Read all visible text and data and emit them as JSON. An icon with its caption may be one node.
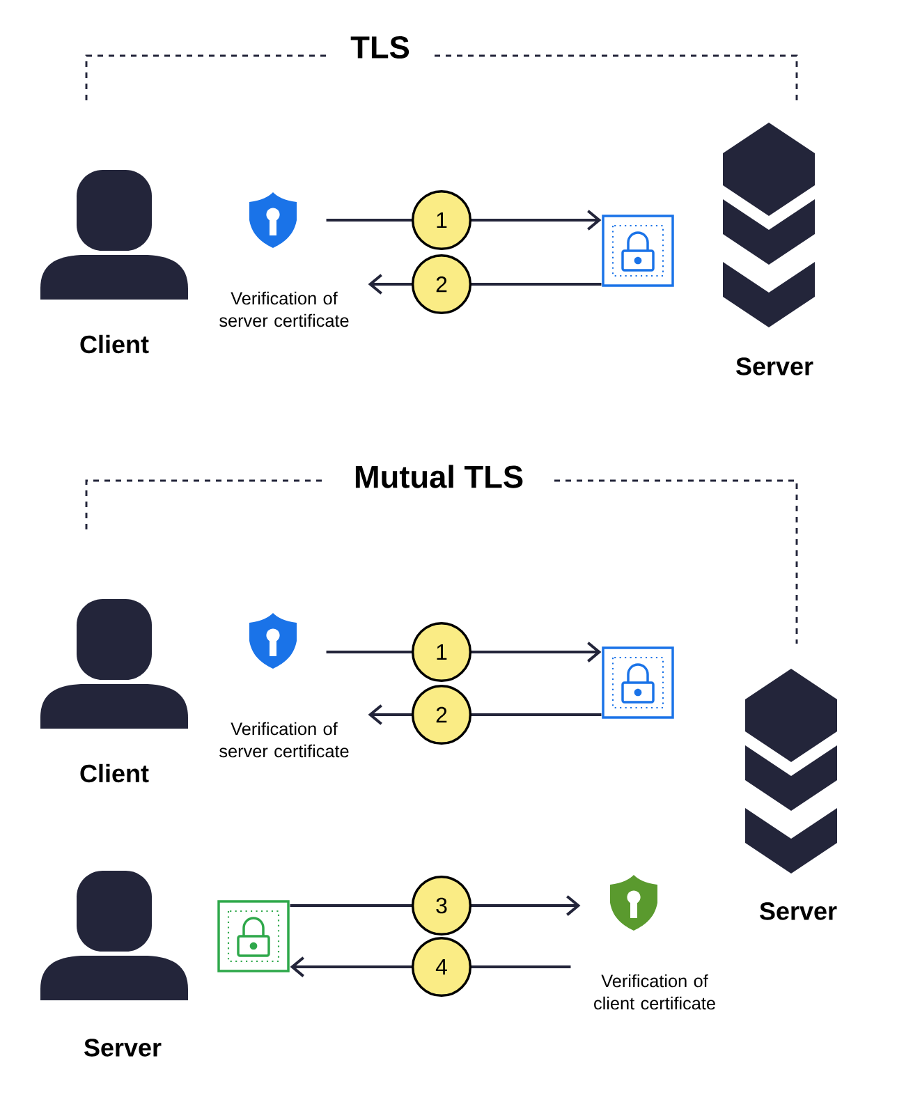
{
  "diagram": {
    "nodes": [
      {
        "text": [
          "Client"
        ]
      },
      {
        "text": [],
        "shape": "shield"
      },
      {
        "text": [],
        "shape": "lock"
      },
      {
        "text": [
          "Server"
        ]
      },
      {
        "text": [
          "Verification of server certificate"
        ]
      },
      {
        "text": [
          "Client"
        ]
      },
      {
        "text": [],
        "shape": "shield"
      },
      {
        "text": [],
        "shape": "lock"
      },
      {
        "text": [
          "Verification of server certificate"
        ]
      },
      {
        "text": [
          "Server"
        ]
      },
      {
        "text": [
          "Server"
        ]
      },
      {
        "text": [],
        "shape": "lock"
      },
      {
        "text": [],
        "shape": "shield"
      },
      {
        "text": [
          "Verification of client certificate"
        ]
      }
    ],
    "edges": [
      {
        "from": 1,
        "to": 2,
        "arrow": "to",
        "label": "1"
      },
      {
        "from": 2,
        "to": 4,
        "arrow": "to",
        "label": "2"
      },
      {
        "from": 6,
        "to": 7,
        "arrow": "to",
        "label": "1"
      },
      {
        "from": 7,
        "to": 8,
        "arrow": "to",
        "label": "2"
      },
      {
        "from": 11,
        "to": 12,
        "arrow": "to",
        "label": "3"
      },
      {
        "from": 13,
        "to": 11,
        "arrow": "to",
        "label": "4"
      }
    ],
    "labels": [
      "TLS",
      "Mutual TLS"
    ]
  }
}
